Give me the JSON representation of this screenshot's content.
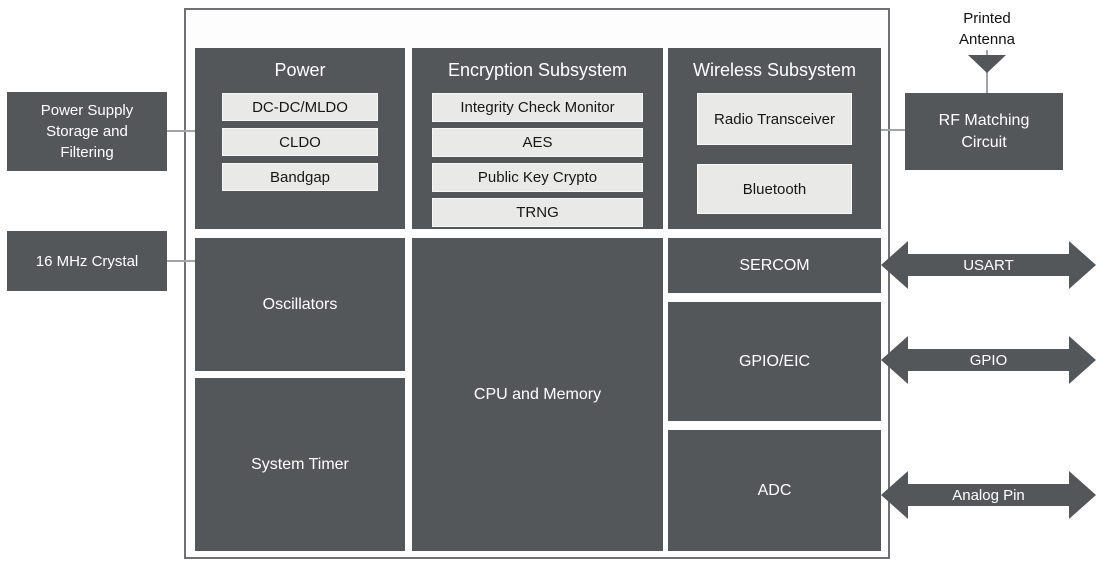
{
  "colors": {
    "block_dark": "#54575A",
    "block_light": "#E9E9E7",
    "chip_border": "#6E7073",
    "connector_line": "#A2A4A7"
  },
  "chip": {
    "groups": {
      "power": {
        "title": "Power",
        "items": [
          "DC-DC/MLDO",
          "CLDO",
          "Bandgap"
        ]
      },
      "encryption": {
        "title": "Encryption Subsystem",
        "items": [
          "Integrity Check Monitor",
          "AES",
          "Public Key Crypto",
          "TRNG"
        ]
      },
      "wireless": {
        "title": "Wireless Subsystem",
        "items": [
          "Radio Transceiver",
          "Bluetooth"
        ]
      }
    },
    "blocks": {
      "oscillators": "Oscillators",
      "system_timer": "System Timer",
      "cpu_memory": "CPU and Memory",
      "sercom": "SERCOM",
      "gpio_eic": "GPIO/EIC",
      "adc": "ADC"
    }
  },
  "external": {
    "power_supply": "Power Supply Storage and Filtering",
    "crystal": "16 MHz Crystal",
    "antenna_label": "Printed Antenna",
    "rf_matching": "RF Matching Circuit"
  },
  "io_arrows": [
    {
      "label": "USART"
    },
    {
      "label": "GPIO"
    },
    {
      "label": "Analog Pin"
    }
  ]
}
